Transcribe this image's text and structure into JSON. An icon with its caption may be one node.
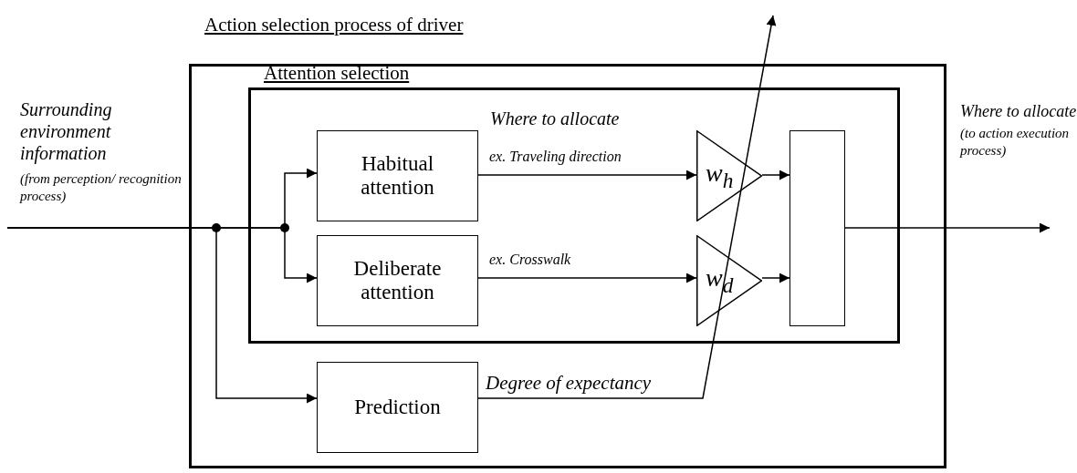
{
  "diagram": {
    "nodes": [
      {
        "text": [
          "Action selection process of driver"
        ]
      },
      {
        "text": [
          "Attention selection"
        ],
        "in": 0
      },
      {
        "text": [
          "Habitual attention"
        ],
        "in": 1
      },
      {
        "text": [
          "Deliberate attention"
        ],
        "in": 1
      },
      {
        "text": [
          "w$_{h}$"
        ],
        "in": 1
      },
      {
        "text": [
          "w$_{d}$"
        ],
        "in": 1
      },
      {
        "text": [],
        "shape": "box",
        "in": 1
      },
      {
        "text": [
          "Prediction"
        ],
        "in": 0
      }
    ],
    "edges": [
      {
        "from": null,
        "to": 2,
        "arrow": "to"
      },
      {
        "from": null,
        "to": 3,
        "arrow": "to"
      },
      {
        "from": null,
        "to": 7,
        "arrow": "to"
      },
      {
        "from": 2,
        "to": 4,
        "arrow": "to",
        "label": "ex. Traveling direction"
      },
      {
        "from": 3,
        "to": 5,
        "arrow": "to",
        "label": "ex. Crosswalk"
      },
      {
        "from": 4,
        "to": 6,
        "arrow": "to"
      },
      {
        "from": 5,
        "to": 6,
        "arrow": "to"
      },
      {
        "from": 6,
        "to": null,
        "arrow": "to"
      },
      {
        "from": 7,
        "to": null,
        "arrow": "to",
        "label": "Degree of expectancy"
      }
    ],
    "labels": [
      "Surrounding environment information",
      "(from perception/ recognition process)",
      "Where to allocate",
      "Where to allocate",
      "(to action execution process)"
    ]
  }
}
